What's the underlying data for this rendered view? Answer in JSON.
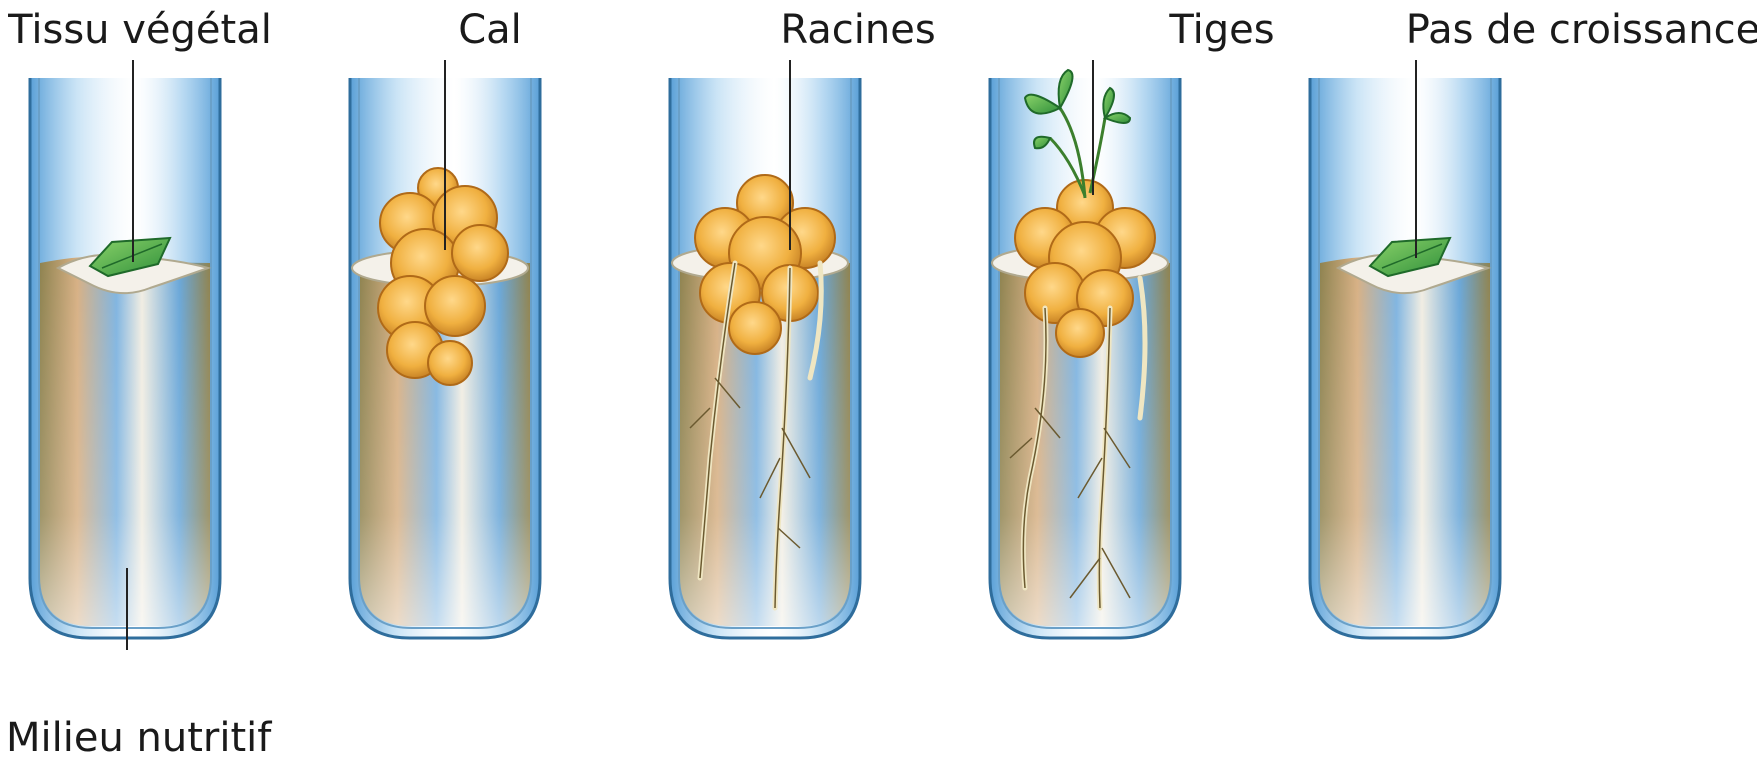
{
  "labels": {
    "tissu_vegetal": "Tissu végétal",
    "cal": "Cal",
    "racines": "Racines",
    "tiges": "Tiges",
    "pas_de_croissance": "Pas de croissance",
    "milieu_nutritif": "Milieu nutritif"
  },
  "colors": {
    "glass_blue": "#5aa8dc",
    "medium_tan": "#c9a777",
    "callus_orange": "#f0b040",
    "leaf_green": "#4caf50",
    "root_cream": "#f3ecd0"
  }
}
